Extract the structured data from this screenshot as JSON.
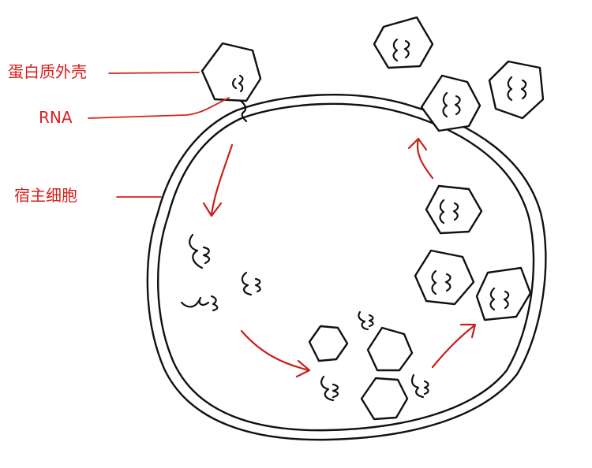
{
  "labels": {
    "capsid": "蛋白质外壳",
    "rna": "RNA",
    "host_cell": "宿主细胞"
  },
  "colors": {
    "label": "#d8201c",
    "arrow": "#c8201c",
    "ink": "#111111"
  }
}
